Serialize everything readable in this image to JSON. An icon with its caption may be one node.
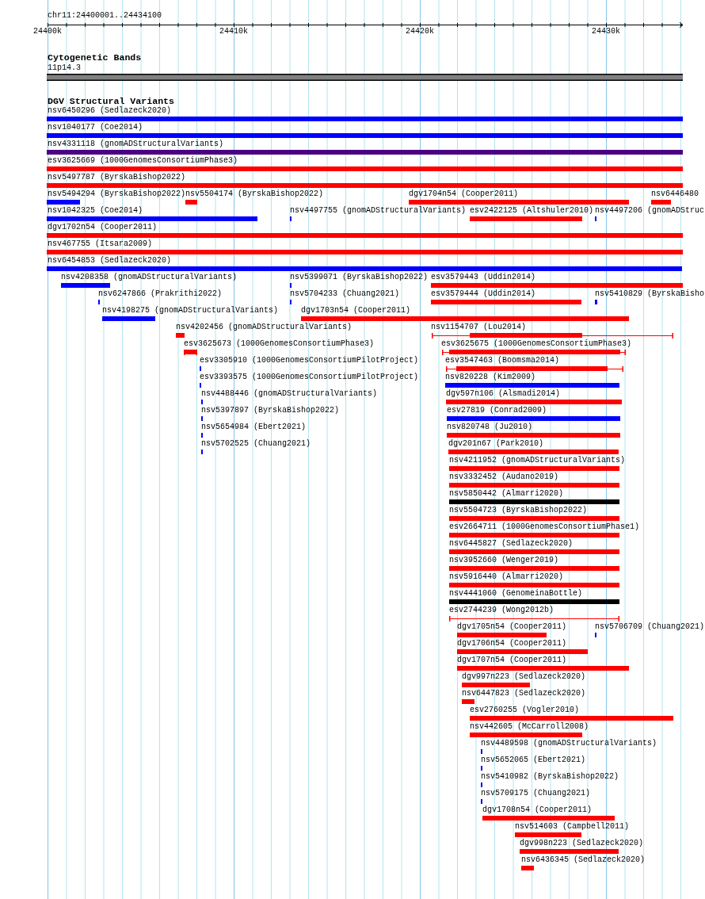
{
  "diagram": {
    "nodes": [
      {
        "text": [
          "11p14.3"
        ]
      },
      {
        "text": [
          "nsv6450296 (Sedlazeck2020)"
        ]
      },
      {
        "text": [
          "nsv1040177 (Coe2014)"
        ]
      },
      {
        "text": [
          "nsv4331118 (gnomADStructuralVariants)"
        ]
      },
      {
        "text": [
          "esv3625669 (1000GenomesConsortiumPhase3)"
        ]
      },
      {
        "text": [
          "nsv5497787 (ByrskaBishop2022)"
        ]
      },
      {
        "text": [
          "nsv5494294 (ByrskaBishop2022)"
        ]
      },
      {
        "text": [
          "nsv5504174 (ByrskaBishop2022)"
        ]
      },
      {
        "text": [
          "dgv1704n54 (Cooper2011)"
        ]
      },
      {
        "text": [
          "nsv6446480"
        ]
      },
      {
        "text": [
          "nsv1042325 (Coe2014)"
        ]
      },
      {
        "text": [
          "nsv4497755 (gnomADStructuralVariants)"
        ]
      },
      {
        "text": [
          "esv2422125 (Altshuler2010)"
        ]
      },
      {
        "text": [
          "nsv4497206 (gnomADStruc"
        ]
      },
      {
        "text": [
          "dgv1702n54 (Cooper2011)"
        ]
      },
      {
        "text": [
          "nsv467755 (Itsara2009)"
        ]
      },
      {
        "text": [
          "nsv6454853 (Sedlazeck2020)"
        ]
      },
      {
        "text": [
          "nsv4208358 (gnomADStructuralVariants)"
        ]
      },
      {
        "text": [
          "nsv5399071 (ByrskaBishop2022)"
        ]
      },
      {
        "text": [
          "esv3579443 (Uddin2014)"
        ]
      },
      {
        "text": [
          "nsv6247866 (Prakrithi2022)"
        ]
      },
      {
        "text": [
          "nsv5704233 (Chuang2021)"
        ]
      },
      {
        "text": [
          "esv3579444 (Uddin2014)"
        ]
      },
      {
        "text": [
          "nsv5410829 (ByrskaBisho"
        ]
      },
      {
        "text": [
          "nsv4198275 (gnomADStructuralVariants)"
        ]
      },
      {
        "text": [
          "dgv1703n54 (Cooper2011)"
        ]
      },
      {
        "text": [
          "nsv4202456 (gnomADStructuralVariants)"
        ]
      },
      {
        "text": [
          "nsv1154707 (Lou2014)"
        ]
      },
      {
        "text": [
          "esv3625673 (1000GenomesConsortiumPhase3)"
        ]
      },
      {
        "text": [
          "esv3625675 (1000GenomesConsortiumPhase3)"
        ]
      },
      {
        "text": [
          "esv3305910 (1000GenomesConsortiumPilotProject)"
        ]
      },
      {
        "text": [
          "esv3547463 (Boomsma2014)"
        ]
      },
      {
        "text": [
          "esv3393575 (1000GenomesConsortiumPilotProject)"
        ]
      },
      {
        "text": [
          "nsv820228 (Kim2009)"
        ]
      },
      {
        "text": [
          "nsv4488446 (gnomADStructuralVariants)"
        ]
      },
      {
        "text": [
          "dgv597n106 (Alsmadi2014)"
        ]
      },
      {
        "text": [
          "nsv5397897 (ByrskaBishop2022)"
        ]
      },
      {
        "text": [
          "esv27819 (Conrad2009)"
        ]
      },
      {
        "text": [
          "nsv5654984 (Ebert2021)"
        ]
      },
      {
        "text": [
          "nsv820748 (Ju2010)"
        ]
      },
      {
        "text": [
          "nsv5702525 (Chuang2021)"
        ]
      },
      {
        "text": [
          "dgv201n67 (Park2010)"
        ]
      },
      {
        "text": [
          "nsv4211952 (gnomADStructuralVariants)"
        ]
      },
      {
        "text": [
          "nsv3332452 (Audano2019)"
        ]
      },
      {
        "text": [
          "nsv5850442 (Almarri2020)"
        ]
      },
      {
        "text": [
          "nsv5504723 (ByrskaBishop2022)"
        ]
      },
      {
        "text": [
          "esv2664711 (1000GenomesConsortiumPhase1)"
        ]
      },
      {
        "text": [
          "nsv6445827 (Sedlazeck2020)"
        ]
      },
      {
        "text": [
          "nsv3952660 (Wenger2019)"
        ]
      },
      {
        "text": [
          "nsv5916440 (Almarri2020)"
        ]
      },
      {
        "text": [
          "nsv4441060 (GenomeinaBottle)"
        ]
      },
      {
        "text": [
          "esv2744239 (Wong2012b)"
        ]
      },
      {
        "text": [
          "dgv1705n54 (Cooper2011)"
        ]
      },
      {
        "text": [
          "nsv5706709 (Chuang2021)"
        ]
      },
      {
        "text": [
          "dgv1706n54 (Cooper2011)"
        ]
      },
      {
        "text": [
          "dgv1707n54 (Cooper2011)"
        ]
      },
      {
        "text": [
          "dgv997n223 (Sedlazeck2020)"
        ]
      },
      {
        "text": [
          "nsv6447823 (Sedlazeck2020)"
        ]
      },
      {
        "text": [
          "esv2760255 (Vogler2010)"
        ]
      },
      {
        "text": [
          "nsv442605 (McCarroll2008)"
        ]
      },
      {
        "text": [
          "nsv4489598 (gnomADStructuralVariants)"
        ]
      },
      {
        "text": [
          "nsv5652065 (Ebert2021)"
        ]
      },
      {
        "text": [
          "nsv5410982 (ByrskaBishop2022)"
        ]
      },
      {
        "text": [
          "nsv5709175 (Chuang2021)"
        ]
      },
      {
        "text": [
          "dgv1708n54 (Cooper2011)"
        ]
      },
      {
        "text": [
          "nsv514603 (Campbell2011)"
        ]
      },
      {
        "text": [
          "dgv998n223 (Sedlazeck2020)"
        ]
      },
      {
        "text": [
          "nsv6436345 (Sedlazeck2020)"
        ]
      }
    ],
    "labels": [
      "chr11:24400001..24434100",
      "24400k",
      "24410k",
      "24420k",
      "24430k",
      "Cytogenetic Bands",
      "DGV Structural Variants"
    ]
  }
}
